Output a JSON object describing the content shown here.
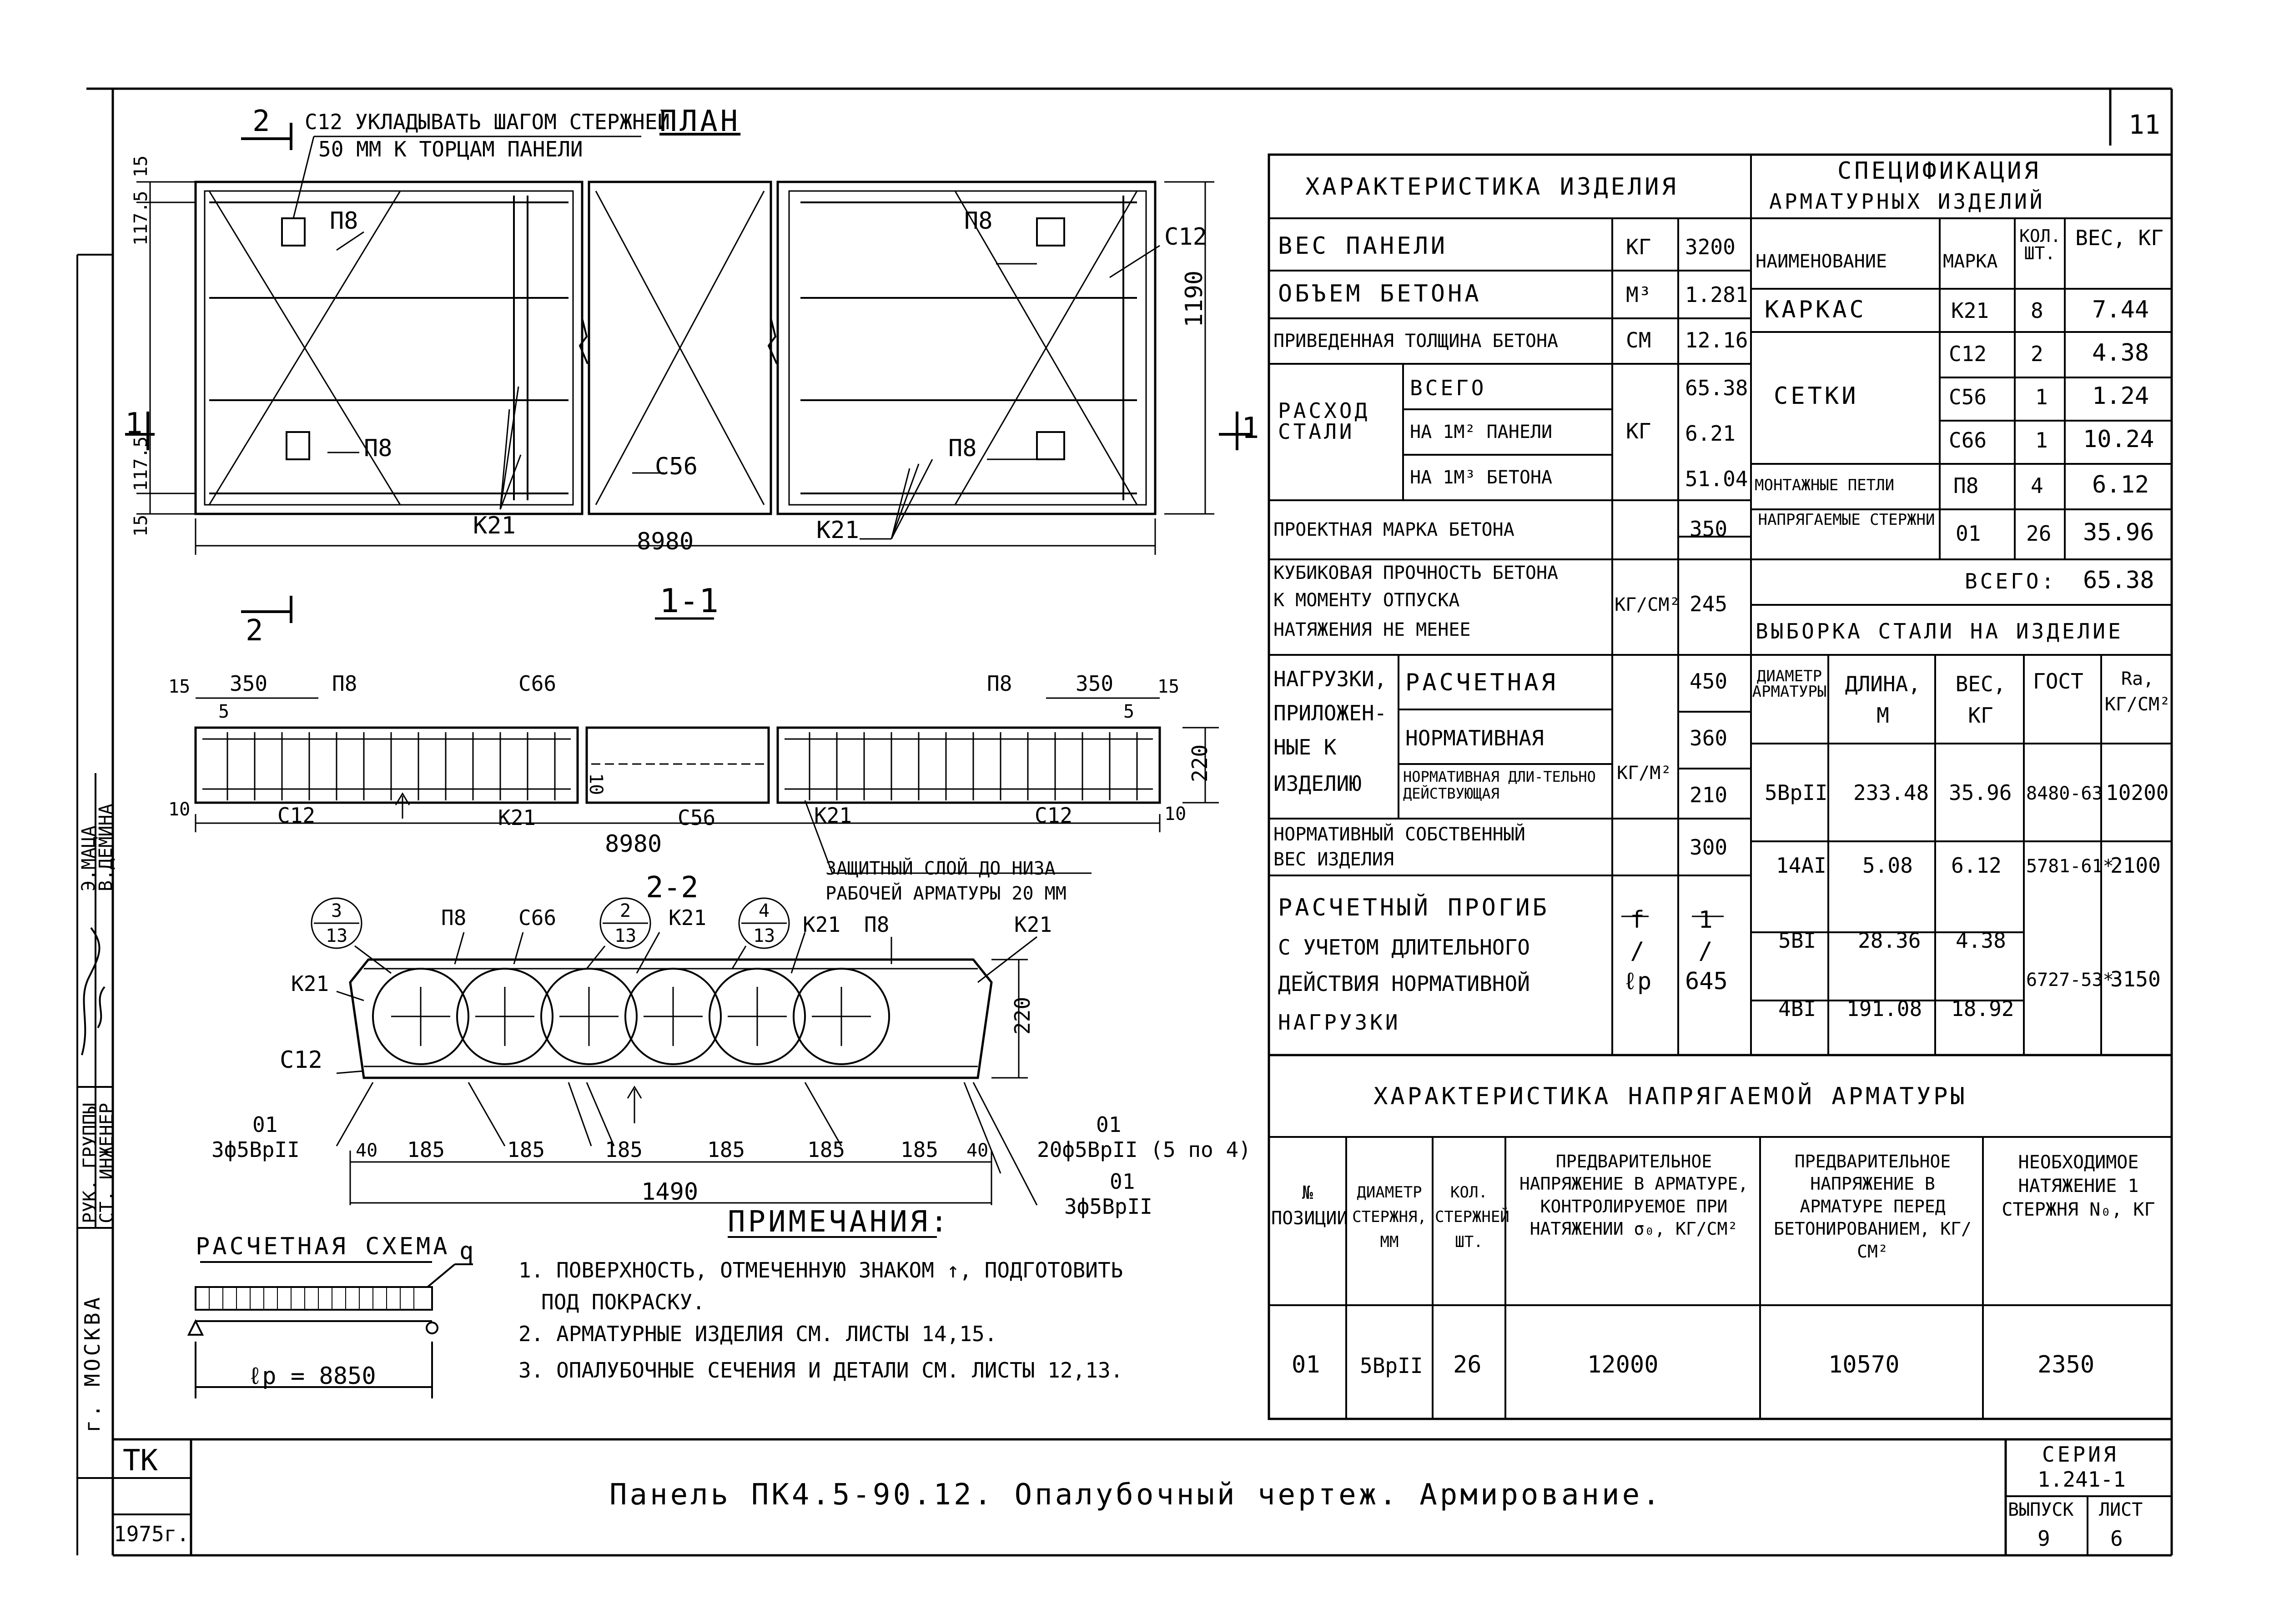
{
  "sheet": {
    "number": "11",
    "title": "Панель ПК4.5-90.12. Опалубочный чертеж. Армирование.",
    "org": "ТК",
    "year": "1975г.",
    "series_label": "СЕРИЯ",
    "series": "1.241-1",
    "issue_label": "ВЫПУСК",
    "issue": "9",
    "sheet_label": "ЛИСТ",
    "sheet_no": "6",
    "city": "г. МОСКВА",
    "stamp": {
      "role1": "РУК. ГРУППЫ",
      "role2": "СТ. ИНЖЕНЕР",
      "name_label": "Э.МАЦА",
      "name2": "В.ДЕМИНА"
    }
  },
  "plan": {
    "title": "ПЛАН",
    "section_mark": "2",
    "note": "С12 УКЛАДЫВАТЬ ШАГОМ СТЕРЖНЕЙ",
    "note2": "50 ММ К ТОРЦАМ ПАНЕЛИ",
    "labels": {
      "p8": "П8",
      "c12": "С12",
      "c56": "С56",
      "k21": "К21",
      "c66": "С66",
      "c12b": "С12"
    },
    "dims": {
      "length": "8980",
      "width": "1190",
      "d1": "15",
      "d2": "117.5",
      "cut": "1"
    }
  },
  "section11": {
    "title": "1-1",
    "dims": {
      "a": "15",
      "b": "350",
      "c": "5",
      "d": "10",
      "h": "220",
      "len": "8980",
      "e": "10",
      "f": "350",
      "g": "15",
      "k": "5",
      "ten": "10"
    },
    "note": "ЗАЩИТНЫЙ СЛОЙ ДО НИЗА",
    "note2": "РАБОЧЕЙ АРМАТУРЫ 20 ММ"
  },
  "section22": {
    "title": "2-2",
    "callouts": [
      "3",
      "13",
      "2",
      "13",
      "4",
      "13"
    ],
    "dims": [
      "40",
      "185",
      "185",
      "185",
      "185",
      "185",
      "185",
      "40"
    ],
    "total": "1490",
    "height": "220",
    "bars_left": "01",
    "bars_left2": "3ф5ВрII",
    "bars_right": "01",
    "bars_right2": "20ф5ВрII (5 по 4)",
    "bars_right3": "01",
    "bars_right4": "3ф5ВрII"
  },
  "scheme": {
    "title": "РАСЧЕТНАЯ СХЕМА",
    "q": "q",
    "span": "ℓр = 8850"
  },
  "notes": {
    "title": "ПРИМЕЧАНИЯ:",
    "items": [
      "1. ПОВЕРХНОСТЬ, ОТМЕЧЕННУЮ ЗНАКОМ ↑, ПОДГОТОВИТЬ",
      "ПОД ПОКРАСКУ.",
      "2. АРМАТУРНЫЕ ИЗДЕЛИЯ СМ. ЛИСТЫ 14,15.",
      "3. ОПАЛУБОЧНЫЕ СЕЧЕНИЯ И ДЕТАЛИ СМ. ЛИСТЫ 12,13."
    ]
  },
  "char_table": {
    "title": "ХАРАКТЕРИСТИКА ИЗДЕЛИЯ",
    "rows": [
      {
        "name": "ВЕС ПАНЕЛИ",
        "unit": "КГ",
        "value": "3200"
      },
      {
        "name": "ОБЪЕМ БЕТОНА",
        "unit": "М³",
        "value": "1.281"
      },
      {
        "name": "ПРИВЕДЕННАЯ ТОЛЩИНА БЕТОНА",
        "unit": "СМ",
        "value": "12.16"
      }
    ],
    "steel": {
      "name": "РАСХОД СТАЛИ",
      "unit": "КГ",
      "sub": [
        {
          "n": "ВСЕГО",
          "v": "65.38"
        },
        {
          "n": "НА 1М² ПАНЕЛИ",
          "v": "6.21"
        },
        {
          "n": "НА 1М³ БЕТОНА",
          "v": "51.04"
        }
      ]
    },
    "grade": {
      "name": "ПРОЕКТНАЯ МАРКА БЕТОНА",
      "value": "350"
    },
    "cube": {
      "name": [
        "КУБИКОВАЯ ПРОЧНОСТЬ БЕТОНА",
        "К МОМЕНТУ ОТПУСКА",
        "НАТЯЖЕНИЯ НЕ МЕНЕЕ"
      ],
      "unit": "КГ/СМ²",
      "value": "245"
    },
    "loads": {
      "name": [
        "НАГРУЗКИ,",
        "ПРИЛОЖЕН-",
        "НЫЕ К",
        "ИЗДЕЛИЮ"
      ],
      "unit": "КГ/М²",
      "sub": [
        {
          "n": "РАСЧЕТНАЯ",
          "v": "450"
        },
        {
          "n": "НОРМАТИВНАЯ",
          "v": "360"
        },
        {
          "n": "НОРМАТИВНАЯ ДЛИ-ТЕЛЬНО ДЕЙСТВУЮЩАЯ",
          "v": "210"
        }
      ]
    },
    "selfw": {
      "name": [
        "НОРМАТИВНЫЙ СОБСТВЕННЫЙ",
        "ВЕС ИЗДЕЛИЯ"
      ],
      "value": "300"
    },
    "defl": {
      "name": [
        "РАСЧЕТНЫЙ ПРОГИБ",
        "С УЧЕТОМ ДЛИТЕЛЬНОГО",
        "ДЕЙСТВИЯ НОРМАТИВНОЙ",
        "НАГРУЗКИ"
      ],
      "unit": "f / ℓр",
      "value": "1 / 645"
    }
  },
  "spec_table": {
    "title": [
      "СПЕЦИФИКАЦИЯ",
      "АРМАТУРНЫХ ИЗДЕЛИЙ"
    ],
    "headers": [
      "НАИМЕНОВАНИЕ",
      "МАРКА",
      "КОЛ. ШТ.",
      "ВЕС, КГ"
    ],
    "rows": [
      [
        "КАРКАС",
        "К21",
        "8",
        "7.44"
      ],
      [
        "",
        "С12",
        "2",
        "4.38"
      ],
      [
        "СЕТКИ",
        "С56",
        "1",
        "1.24"
      ],
      [
        "",
        "С66",
        "1",
        "10.24"
      ],
      [
        "МОНТАЖНЫЕ ПЕТЛИ",
        "П8",
        "4",
        "6.12"
      ],
      [
        "НАПРЯГАЕМЫЕ СТЕРЖНИ",
        "01",
        "26",
        "35.96"
      ]
    ],
    "total_label": "ВСЕГО:",
    "total": "65.38"
  },
  "steel_table": {
    "title": "ВЫБОРКА СТАЛИ НА ИЗДЕЛИЕ",
    "headers": [
      "ДИАМЕТР АРМАТУРЫ",
      "ДЛИНА, М",
      "ВЕС, КГ",
      "ГОСТ",
      "Ra, КГ/СМ²"
    ],
    "rows": [
      [
        "5ВрII",
        "233.48",
        "35.96",
        "8480-63",
        "10200"
      ],
      [
        "14АI",
        "5.08",
        "6.12",
        "5781-61*",
        "2100"
      ],
      [
        "5ВI",
        "28.36",
        "4.38",
        "6727-53*",
        "3150"
      ],
      [
        "4ВI",
        "191.08",
        "18.92",
        "",
        ""
      ]
    ]
  },
  "stress_table": {
    "title": "ХАРАКТЕРИСТИКА НАПРЯГАЕМОЙ АРМАТУРЫ",
    "headers": [
      "№ ПОЗИЦИИ",
      "ДИАМЕТР СТЕРЖНЯ, ММ",
      "КОЛ. СТЕРЖНЕЙ ШТ.",
      "ПРЕДВАРИТЕЛЬНОЕ НАПРЯЖЕНИЕ В АРМАТУРЕ, КОНТРОЛИРУЕМОЕ ПРИ НАТЯЖЕНИИ σ₀, КГ/СМ²",
      "ПРЕДВАРИТЕЛЬНОЕ НАПРЯЖЕНИЕ В АРМАТУРЕ ПЕРЕД БЕТОНИРОВАНИЕМ, КГ/СМ²",
      "НЕОБХОДИМОЕ НАТЯЖЕНИЕ 1 СТЕРЖНЯ N₀, КГ"
    ],
    "row": [
      "01",
      "5ВрII",
      "26",
      "12000",
      "10570",
      "2350"
    ]
  }
}
